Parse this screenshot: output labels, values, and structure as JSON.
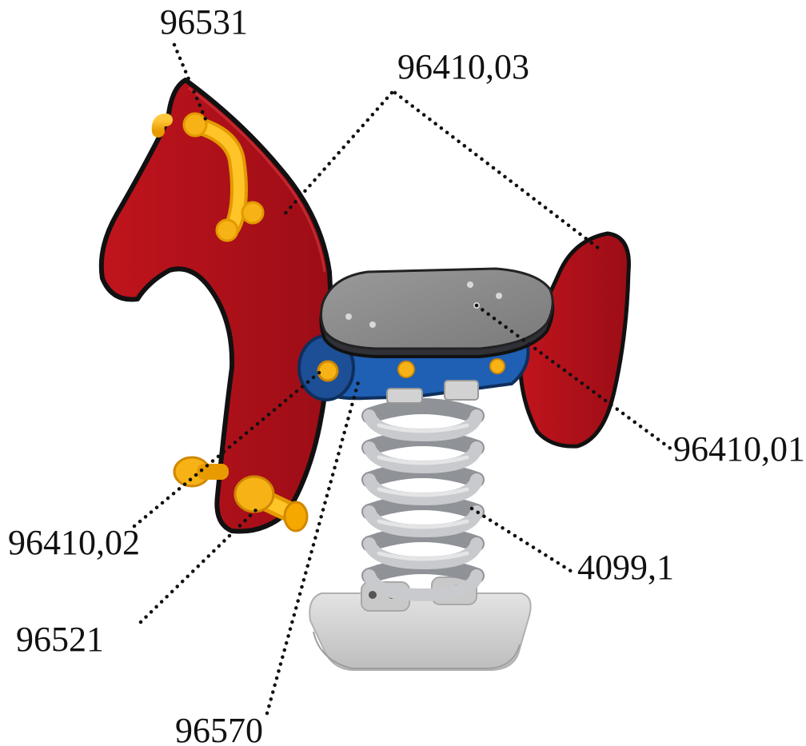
{
  "colors": {
    "body_red": "#b5111a",
    "body_red_dark": "#8a0a12",
    "outline": "#111111",
    "handle_yellow": "#f7b316",
    "handle_yellow_dark": "#e39a00",
    "seat_grey": "#8a8a8a",
    "seat_dark": "#2f3136",
    "bracket_blue": "#1f5fb4",
    "spring_grey": "#bfc1c4",
    "base_grey": "#d6d6d6",
    "leader_line": "#111111"
  },
  "labels": {
    "handle": "96531",
    "body_panel": "96410,03",
    "seat": "96410,01",
    "footrest_far": "96410,02",
    "footrest_near": "96521",
    "bracket": "96570",
    "spring": "4099,1"
  },
  "icons": [
    "horse-body-icon",
    "handle-icon",
    "seat-icon",
    "bracket-icon",
    "footrest-icon",
    "spring-icon",
    "base-icon"
  ]
}
